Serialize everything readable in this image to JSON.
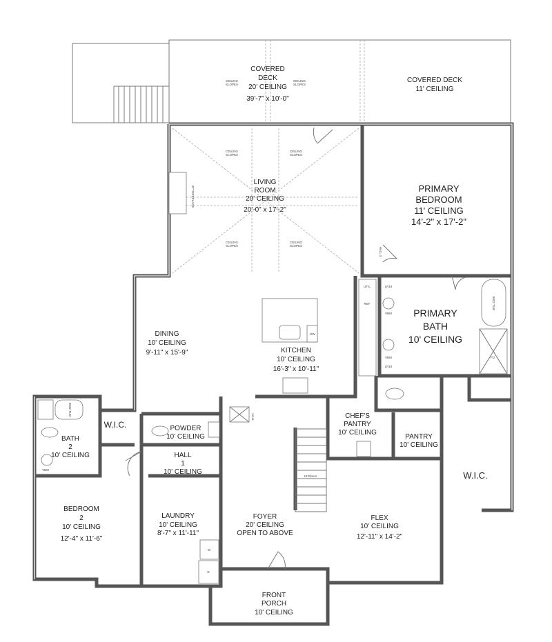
{
  "rooms": [
    {
      "name": "covered-deck-20",
      "lines": [
        "COVERED",
        "DECK",
        "20' CEILING",
        "39'-7\" x 10'-0\""
      ]
    },
    {
      "name": "covered-deck-11",
      "lines": [
        "COVERED DECK",
        "11' CEILING"
      ]
    },
    {
      "name": "living-room",
      "lines": [
        "LIVING",
        "ROOM",
        "20' CEILING",
        "20'-0\" x 17'-2\""
      ]
    },
    {
      "name": "primary-bedroom",
      "lines": [
        "PRIMARY",
        "BEDROOM",
        "11' CEILING",
        "14'-2\" x 17'-2\""
      ]
    },
    {
      "name": "primary-bath",
      "lines": [
        "PRIMARY",
        "BATH",
        "10' CEILING"
      ]
    },
    {
      "name": "dining",
      "lines": [
        "DINING",
        "10' CEILING",
        "9'-11\" x 15'-9\""
      ]
    },
    {
      "name": "kitchen",
      "lines": [
        "KITCHEN",
        "10' CEILING",
        "16'-3\" x 10'-11\""
      ]
    },
    {
      "name": "chefs-pantry",
      "lines": [
        "CHEF'S",
        "PANTRY",
        "10' CEILING"
      ]
    },
    {
      "name": "pantry",
      "lines": [
        "PANTRY",
        "10' CEILING"
      ]
    },
    {
      "name": "wic-primary",
      "lines": [
        "W.I.C."
      ]
    },
    {
      "name": "wic-bedroom-2",
      "lines": [
        "W.I.C."
      ]
    },
    {
      "name": "bath-2",
      "lines": [
        "BATH",
        "2",
        "10' CEILING"
      ]
    },
    {
      "name": "powder",
      "lines": [
        "POWDER",
        "10' CEILING"
      ]
    },
    {
      "name": "hall-1",
      "lines": [
        "HALL",
        "1",
        "10' CEILING"
      ]
    },
    {
      "name": "bedroom-2",
      "lines": [
        "BEDROOM",
        "2",
        "10' CEILING",
        "12'-4\" x 11'-6\""
      ]
    },
    {
      "name": "laundry",
      "lines": [
        "LAUNDRY",
        "10' CEILING",
        "8'-7\" x 11'-11\""
      ]
    },
    {
      "name": "foyer",
      "lines": [
        "FOYER",
        "20' CEILING",
        "OPEN TO ABOVE"
      ]
    },
    {
      "name": "flex",
      "lines": [
        "FLEX",
        "10' CEILING",
        "12'-11\" x 14'-2\""
      ]
    },
    {
      "name": "front-porch",
      "lines": [
        "FRONT",
        "PORCH",
        "10' CEILING"
      ]
    }
  ],
  "annotations": {
    "ceiling_slopes": [
      "CEILING",
      "SLOPES"
    ],
    "fireplace": "42\" FIREPLACE",
    "hall_3": "HALL 3",
    "hall": "HALL",
    "risers": "18 Risers",
    "tub": "6032 TUB",
    "util": "UTIL",
    "ref": "REF",
    "dw": "DW",
    "ln18": "LN18",
    "vbm": "VBM",
    "fd": "FD",
    "washer": "W",
    "dryer": "D"
  }
}
